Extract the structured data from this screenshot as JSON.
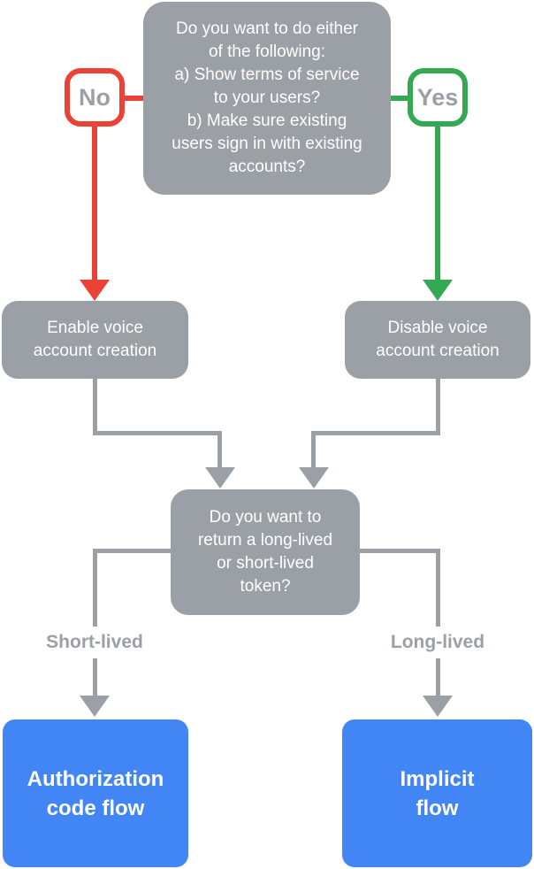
{
  "colors": {
    "gray": "#9AA0A6",
    "red": "#EA4335",
    "green": "#34A853",
    "blue": "#4285F4",
    "label_text": "#9AA0A6",
    "white": "#FFFFFF"
  },
  "nodes": {
    "top_question": "Do you want to do either\nof the following:\na) Show terms of service\nto your users?\nb) Make sure existing\nusers sign in with existing\naccounts?",
    "no_label": "No",
    "yes_label": "Yes",
    "enable": "Enable voice\naccount creation",
    "disable": "Disable voice\naccount creation",
    "token_question": "Do you want to\nreturn a long-lived\nor short-lived\ntoken?",
    "short_lived": "Short-lived",
    "long_lived": "Long-lived",
    "auth_flow": "Authorization\ncode flow",
    "implicit_flow": "Implicit\nflow"
  }
}
